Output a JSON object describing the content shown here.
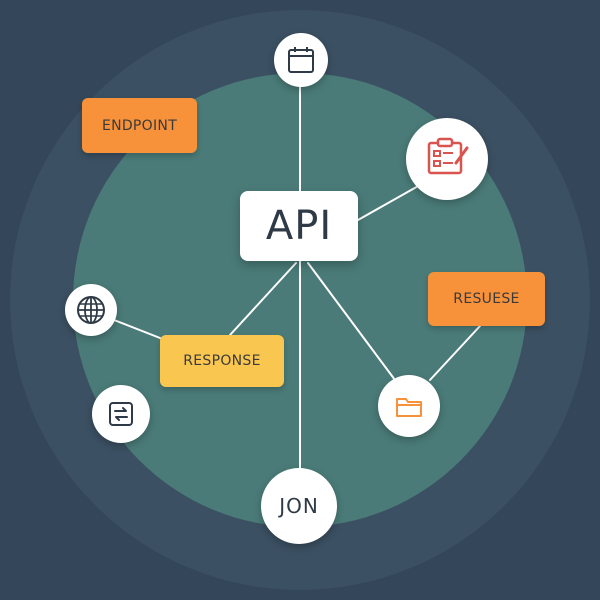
{
  "colors": {
    "background": "#344659",
    "halo": "#3b5062",
    "disc": "#4a7b78",
    "orange": "#f7923a",
    "yellow": "#f9c74f",
    "line": "#ffffff"
  },
  "center": {
    "label": "API"
  },
  "tags": {
    "endpoint": "ENDPOINT",
    "response": "RESPONSE",
    "resuese": "RESUESE"
  },
  "nodes": {
    "json": "JON",
    "calendar_icon": "calendar-icon",
    "checklist_icon": "checklist-icon",
    "globe_icon": "globe-icon",
    "sync_icon": "sync-icon",
    "folder_icon": "folder-icon"
  }
}
